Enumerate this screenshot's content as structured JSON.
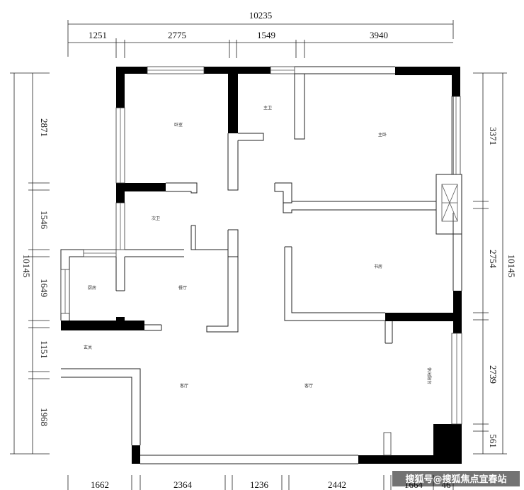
{
  "dimensions": {
    "top_total": "10235",
    "top": [
      "1251",
      "2775",
      "1549",
      "3940"
    ],
    "left_total": "10145",
    "left": [
      "2871",
      "1546",
      "1649",
      "1151",
      "1968"
    ],
    "right_total": "10145",
    "right": [
      "3371",
      "2754",
      "2739",
      "561"
    ],
    "bottom": [
      "1662",
      "2364",
      "1236",
      "2442",
      "1664",
      "46"
    ]
  },
  "rooms": {
    "bedroom_nw": "卧室",
    "bathroom_main": "主卫",
    "master_bedroom": "主卧",
    "bathroom_small": "次卫",
    "bedroom_e": "书房",
    "kitchen": "厨房",
    "dining": "餐厅",
    "entrance": "玄关",
    "living": "客厅",
    "living2": "客厅",
    "balcony": "休闲阳台"
  },
  "watermark": "搜狐号@搜狐焦点宜春站"
}
